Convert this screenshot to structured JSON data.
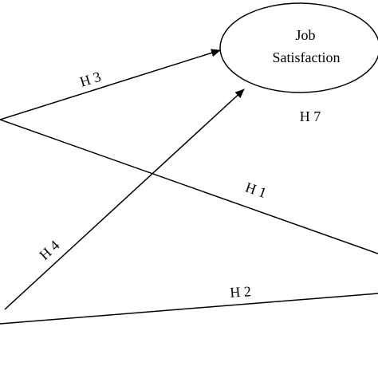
{
  "nodes": {
    "job_satisfaction": {
      "line1": "Job",
      "line2": "Satisfaction"
    }
  },
  "edges": {
    "h1": "H 1",
    "h2": "H 2",
    "h3": "H 3",
    "h4": "H 4"
  },
  "annotations": {
    "h7": "H 7"
  },
  "colors": {
    "stroke": "#000000",
    "background": "#ffffff"
  }
}
